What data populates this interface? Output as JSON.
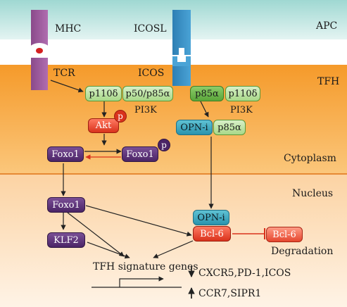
{
  "zones": {
    "apc": "APC",
    "tfh": "TFH",
    "cytoplasm": "Cytoplasm",
    "nucleus": "Nucleus",
    "degradation": "Degradation"
  },
  "receptors": {
    "mhc": "MHC",
    "icosl": "ICOSL",
    "tcr": "TCR",
    "icos": "ICOS"
  },
  "pi3k_left": {
    "p110": "p110δ",
    "p50": "p50/p85α",
    "label": "PI3K"
  },
  "pi3k_right": {
    "p85": "p85α",
    "p110": "p110δ",
    "label": "PI3K"
  },
  "nodes": {
    "akt": "Akt",
    "p": "p",
    "foxo1_left": "Foxo1",
    "foxo1_right": "Foxo1",
    "opn_i": "OPN-i",
    "p85_opn": "p85α",
    "foxo1_nucleus": "Foxo1",
    "klf2": "KLF2",
    "opn_i_nucleus": "OPN-i",
    "bcl6": "Bcl-6",
    "bcl6_degraded": "Bcl-6"
  },
  "genes": {
    "signature": "TFH signature genes",
    "up": "CXCR5,PD-1,ICOS",
    "down": "CCR7,SIPR1"
  },
  "colors": {
    "apc_band": "#bfe6e2",
    "tfh_band": "#f7a23a",
    "nucleus_band": "#fde7cc",
    "arrow": "#222222",
    "inhibit": "#d9321c"
  }
}
